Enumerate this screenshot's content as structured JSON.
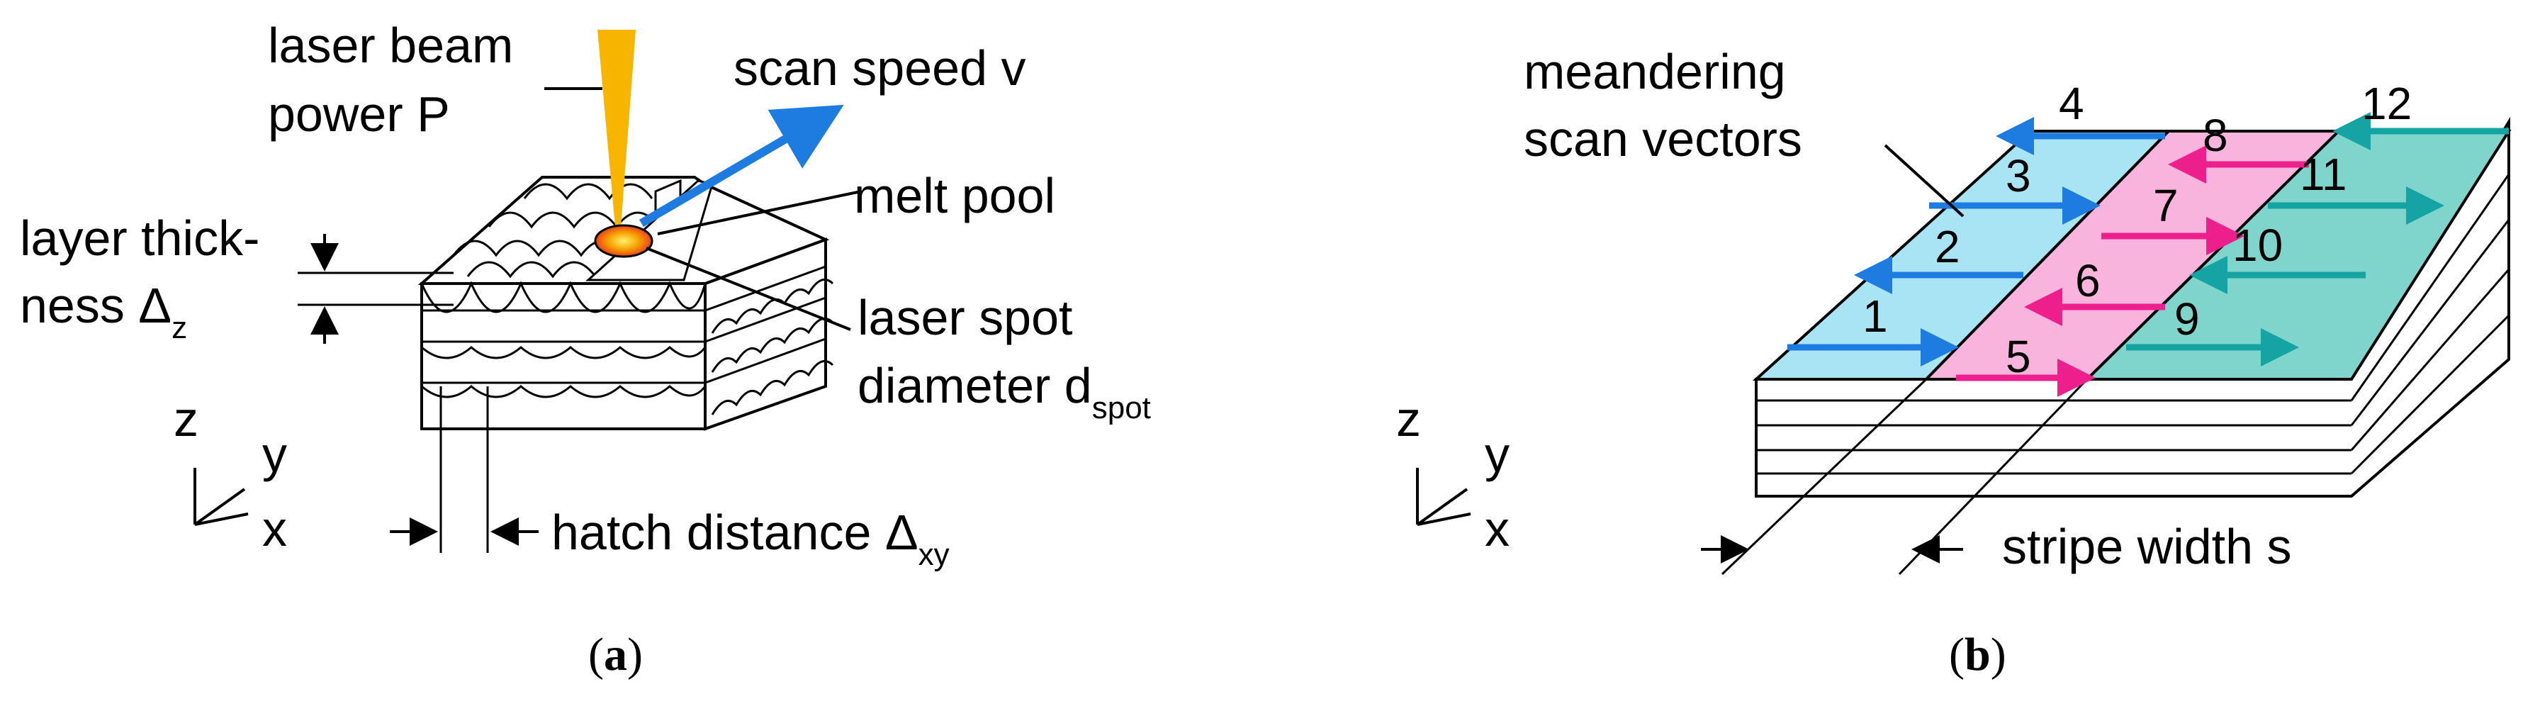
{
  "panel_a": {
    "labels": {
      "laser_beam": "laser beam",
      "power": "power P",
      "scan_speed": "scan speed v",
      "melt_pool": "melt pool",
      "layer_thick_1": "layer thick-",
      "layer_thick_2": "ness Δ",
      "layer_thick_sub": "z",
      "laser_spot": "laser spot",
      "diameter": "diameter d",
      "diameter_sub": "spot",
      "hatch": "hatch distance Δ",
      "hatch_sub": "xy"
    },
    "axes": {
      "z": "z",
      "y": "y",
      "x": "x"
    },
    "caption": {
      "open": "(",
      "letter": "a",
      "close": ")"
    }
  },
  "panel_b": {
    "labels": {
      "meander_1": "meandering",
      "meander_2": "scan vectors",
      "stripe_width": "stripe width s"
    },
    "axes": {
      "z": "z",
      "y": "y",
      "x": "x"
    },
    "vector_numbers": [
      "1",
      "2",
      "3",
      "4",
      "5",
      "6",
      "7",
      "8",
      "9",
      "10",
      "11",
      "12"
    ],
    "caption": {
      "open": "(",
      "letter": "b",
      "close": ")"
    }
  },
  "colors": {
    "laser": "#f7b500",
    "scan_arrow": "#1e7be0",
    "melt_pool": "#e8401c",
    "stripe_1": "#a8e4f4",
    "stripe_2": "#f8b4dc",
    "stripe_3": "#7fd4cc",
    "arrow_blue": "#1e7be0",
    "arrow_pink": "#ec1f8c",
    "arrow_teal": "#16a3a3"
  }
}
